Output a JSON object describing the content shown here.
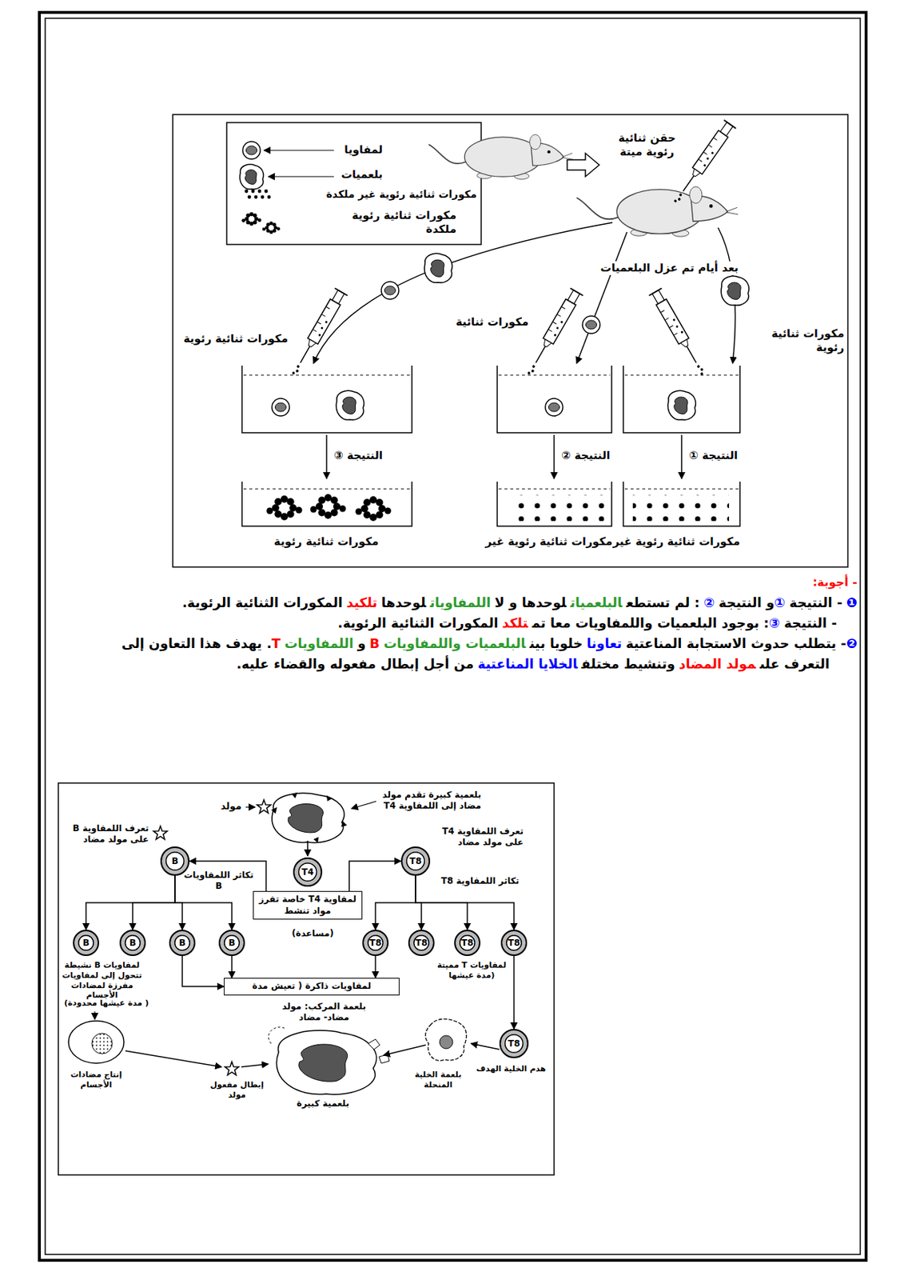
{
  "diagram": {
    "nodes": [
      {
        "text": [
          "B"
        ]
      },
      {
        "text": [
          "T4"
        ]
      },
      {
        "text": [
          "لمفاوية T4 خاصة تفرز مواد تنشط"
        ]
      },
      {
        "text": [
          "T8"
        ]
      },
      {
        "text": [
          "B"
        ]
      },
      {
        "text": [
          "B"
        ]
      },
      {
        "text": [
          "B"
        ]
      },
      {
        "text": [
          "B"
        ]
      },
      {
        "text": [
          "T8"
        ]
      },
      {
        "text": [
          "T8"
        ]
      },
      {
        "text": [
          "T8"
        ]
      },
      {
        "text": [
          "T8"
        ]
      },
      {
        "text": [
          "لمفاويات ذاكرة ( تعيش مدة"
        ]
      },
      {
        "text": [
          "T8"
        ]
      }
    ],
    "edges": [
      {
        "from": 2,
        "to": 0,
        "arrow": "to"
      },
      {
        "from": 2,
        "to": 3,
        "arrow": "to"
      },
      {
        "from": 0,
        "to": 4,
        "arrow": "to"
      },
      {
        "from": 0,
        "to": 5,
        "arrow": "to"
      },
      {
        "from": 0,
        "to": 6,
        "arrow": "to"
      },
      {
        "from": 0,
        "to": 7,
        "arrow": "to"
      },
      {
        "from": 3,
        "to": 8,
        "arrow": "to"
      },
      {
        "from": 3,
        "to": 9,
        "arrow": "to"
      },
      {
        "from": 3,
        "to": 10,
        "arrow": "to"
      },
      {
        "from": 3,
        "to": 11,
        "arrow": "to"
      },
      {
        "from": 6,
        "to": 12,
        "arrow": "to"
      },
      {
        "from": 7,
        "to": 12,
        "arrow": "to"
      },
      {
        "from": 8,
        "to": 12,
        "arrow": "to"
      },
      {
        "from": 11,
        "to": 13,
        "arrow": "to"
      }
    ],
    "labels": [
      "حقن ثنائية رئوية ميتة",
      "بعد أيام تم عزل البلعميات",
      "مكورات ثنائية رئوية",
      "مكورات ثنائية",
      "مكورات ثنائية رئوية",
      "النتيجة ③",
      "النتيجة ②",
      "النتيجة ①",
      "مكورات ثنائية رئوية",
      "مكورات ثنائية رئوية غير",
      "مكورات ثنائية رئوية غير",
      "- أجوبة:",
      "❶",
      "- النتيجة",
      "①",
      "و النتيجة",
      "②",
      ": لم تستطع",
      "البلعميات",
      "لوحدها و لا",
      "اللمفاويات",
      "لوحدها",
      "تلكيد",
      "المكورات الثنائية الرئوية.",
      "- النتيجة",
      "③",
      ": بوجود البلعميات واللمفاويات معا تم",
      "تلكد",
      "المكورات الثنائية الرئوية.",
      "❷",
      "- يتطلب حدوث الاستجابة المناعتية",
      "تعاونا",
      "خلويا بين",
      "البلعميات واللمفاويات",
      "B",
      "و",
      "اللمفاويات",
      "T",
      ". يهدف هذا التعاون إلى",
      "التعرف على",
      "مولد المضاد",
      "وتنشيط مختلف",
      "الخلايا المناعتية",
      "من أجل إبطال مفعوله والقضاء عليه.",
      "مولد",
      "بلعمية كبيرة تقدم مولد مضاد إلى اللمفاوية T4",
      "تعرف اللمفاوية B على مولد مضاد",
      "تعرف اللمفاوية T4 على مولد مضاد",
      "(مساعدة)",
      "تكاثر اللمفاويات B",
      "تكاثر اللمفاوية T8",
      "لمفاويات B نشيطة تتحول إلى لمفاويات مفرزة لمضادات الأجسام",
      "( مدة عيشها محدودة)",
      "لمفاويات T مميتة (مدة عيشها",
      "بلعمة المركب: مولد مضاد- مضاد",
      "هدم الخلية الهدف",
      "بلعمة الخلية المنحلة",
      "إنتاج مضادات الأجسام",
      "إبطال مفعول مولد",
      "بلعمية كبيرة"
    ],
    "legend": [
      {
        "text": "لمفاويا"
      },
      {
        "text": "بلعميات"
      },
      {
        "text": "مكورات ثنائية رئوية غير ملكدة"
      },
      {
        "text": "مكورات ثنائية رئوية ملكدة"
      }
    ]
  }
}
